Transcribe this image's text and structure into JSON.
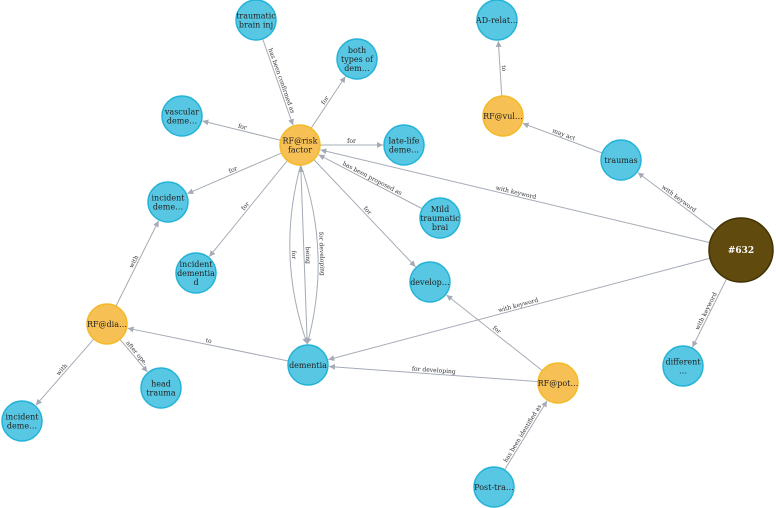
{
  "colors": {
    "concept": "#57c7e3",
    "risk_factor": "#f7c054",
    "document": "#604a0e",
    "edge": "#a5abb6"
  },
  "nodes": {
    "tbi_top": {
      "lines": [
        "traumatic",
        "brain inj"
      ]
    },
    "both_types": {
      "lines": [
        "both",
        "types of",
        "dem…"
      ]
    },
    "vascular": {
      "lines": [
        "vascular",
        "deme…"
      ]
    },
    "rf_risk": {
      "lines": [
        "RF@risk",
        "factor"
      ]
    },
    "late_life": {
      "lines": [
        "late-life",
        "deme…"
      ]
    },
    "incident_mid": {
      "lines": [
        "incident",
        "deme…"
      ]
    },
    "mild_tbi": {
      "lines": [
        "Mild",
        "traumatic",
        "brai"
      ]
    },
    "incident_dementia_d": {
      "lines": [
        "incident",
        "dementia",
        "d"
      ]
    },
    "develop": {
      "lines": [
        "develop…"
      ]
    },
    "rf_dia": {
      "lines": [
        "RF@dia…"
      ]
    },
    "head_trauma": {
      "lines": [
        "head",
        "trauma"
      ]
    },
    "dementia": {
      "lines": [
        "dementia"
      ]
    },
    "rf_pot": {
      "lines": [
        "RF@pot…"
      ]
    },
    "incident_bottom": {
      "lines": [
        "incident",
        "deme…"
      ]
    },
    "post_tra": {
      "lines": [
        "Post-tra…"
      ]
    },
    "ad_relat": {
      "lines": [
        "AD-relat…"
      ]
    },
    "rf_vul": {
      "lines": [
        "RF@vul…"
      ]
    },
    "traumas": {
      "lines": [
        "traumas"
      ]
    },
    "doc_632": {
      "lines": [
        "#632"
      ]
    },
    "different": {
      "lines": [
        "different",
        "…"
      ]
    }
  },
  "edges": [
    {
      "id": "e1",
      "from": "tbi_top",
      "to": "rf_risk",
      "label": "has been confirmed as"
    },
    {
      "id": "e2",
      "from": "rf_risk",
      "to": "both_types",
      "label": "for"
    },
    {
      "id": "e3",
      "from": "rf_risk",
      "to": "vascular",
      "label": "for"
    },
    {
      "id": "e4",
      "from": "rf_risk",
      "to": "late_life",
      "label": "for"
    },
    {
      "id": "e5",
      "from": "rf_risk",
      "to": "incident_mid",
      "label": "for"
    },
    {
      "id": "e6",
      "from": "mild_tbi",
      "to": "rf_risk",
      "label": "has been proposed as"
    },
    {
      "id": "e7",
      "from": "rf_risk",
      "to": "incident_dementia_d",
      "label": "for"
    },
    {
      "id": "e8",
      "from": "rf_risk",
      "to": "develop",
      "label": "for"
    },
    {
      "id": "e9",
      "from": "rf_risk",
      "to": "dementia",
      "label": "for developing"
    },
    {
      "id": "e10",
      "from": "dementia",
      "to": "rf_risk",
      "label": "being"
    },
    {
      "id": "e11",
      "from": "rf_risk",
      "to": "dementia",
      "label": "for"
    },
    {
      "id": "e12",
      "from": "rf_dia",
      "to": "incident_mid",
      "label": "with"
    },
    {
      "id": "e13",
      "from": "rf_dia",
      "to": "head_trauma",
      "label": "after ope."
    },
    {
      "id": "e14",
      "from": "rf_dia",
      "to": "incident_bottom",
      "label": "with"
    },
    {
      "id": "e15",
      "from": "dementia",
      "to": "rf_dia",
      "label": "to"
    },
    {
      "id": "e16",
      "from": "rf_pot",
      "to": "dementia",
      "label": "for developing"
    },
    {
      "id": "e17",
      "from": "rf_pot",
      "to": "develop",
      "label": "for"
    },
    {
      "id": "e18",
      "from": "post_tra",
      "to": "rf_pot",
      "label": "has been identified as"
    },
    {
      "id": "e19",
      "from": "doc_632",
      "to": "rf_risk",
      "label": "with keyword"
    },
    {
      "id": "e20",
      "from": "doc_632",
      "to": "dementia",
      "label": "with keyword"
    },
    {
      "id": "e21",
      "from": "doc_632",
      "to": "traumas",
      "label": "with keyword"
    },
    {
      "id": "e22",
      "from": "doc_632",
      "to": "different",
      "label": "with keyword"
    },
    {
      "id": "e23",
      "from": "traumas",
      "to": "rf_vul",
      "label": "may act"
    },
    {
      "id": "e24",
      "from": "rf_vul",
      "to": "ad_relat",
      "label": "to"
    }
  ]
}
